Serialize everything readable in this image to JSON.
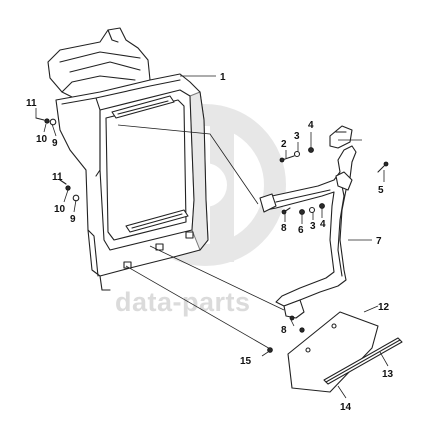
{
  "watermark": {
    "text": "data-parts",
    "color": "#cfcfcf"
  },
  "callouts": [
    {
      "id": "c1",
      "label": "1"
    },
    {
      "id": "c2",
      "label": "2"
    },
    {
      "id": "c3a",
      "label": "3"
    },
    {
      "id": "c4a",
      "label": "4"
    },
    {
      "id": "c5",
      "label": "5"
    },
    {
      "id": "c6",
      "label": "6"
    },
    {
      "id": "c3b",
      "label": "3"
    },
    {
      "id": "c4b",
      "label": "4"
    },
    {
      "id": "c7",
      "label": "7"
    },
    {
      "id": "c8a",
      "label": "8"
    },
    {
      "id": "c8b",
      "label": "8"
    },
    {
      "id": "c9a",
      "label": "9"
    },
    {
      "id": "c9b",
      "label": "9"
    },
    {
      "id": "c10a",
      "label": "10"
    },
    {
      "id": "c10b",
      "label": "10"
    },
    {
      "id": "c11a",
      "label": "11"
    },
    {
      "id": "c11b",
      "label": "11"
    },
    {
      "id": "c12",
      "label": "12"
    },
    {
      "id": "c13",
      "label": "13"
    },
    {
      "id": "c14",
      "label": "14"
    },
    {
      "id": "c15",
      "label": "15"
    }
  ],
  "colors": {
    "line": "#222222",
    "shade": "#d9d9d9",
    "background": "#ffffff"
  }
}
